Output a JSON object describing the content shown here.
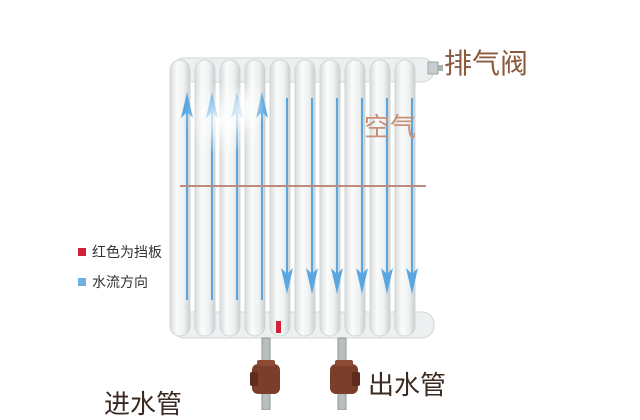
{
  "labels": {
    "vent": "排气阀",
    "air": "空气",
    "outlet": "出水管",
    "inlet": "进水管"
  },
  "legend": [
    {
      "label": "红色为挡板",
      "color": "#d2223a"
    },
    {
      "label": "水流方向",
      "color": "#6fb0e0"
    }
  ],
  "colors": {
    "baffle": "#d2223a",
    "flow": "#5aa6e0",
    "divider": "#c08a80",
    "radiator": "#f4f7f7",
    "radiator_edge": "#d9dede",
    "valve": "#7a3e2a"
  }
}
